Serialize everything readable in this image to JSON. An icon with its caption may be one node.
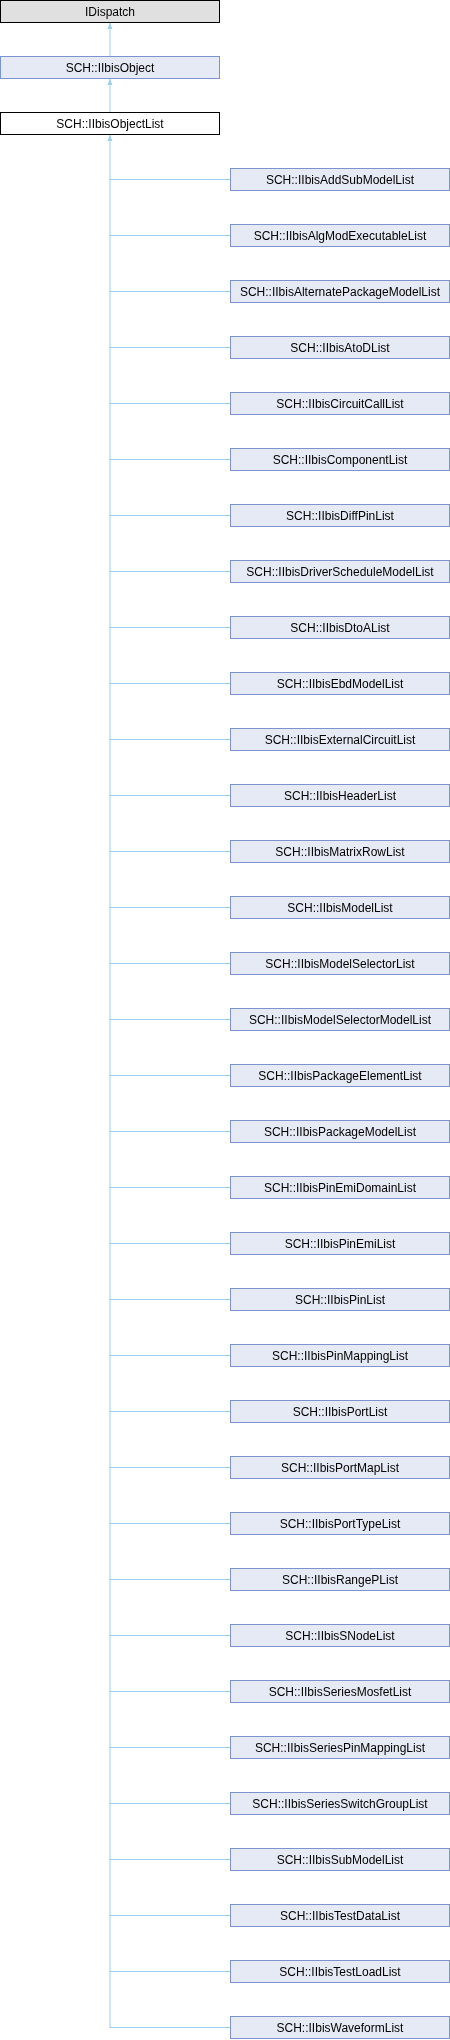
{
  "diagram": {
    "nodes": [
      {
        "text": [
          "IDispatch"
        ]
      },
      {
        "text": [
          "SCH::IIbisObject"
        ]
      },
      {
        "text": [
          "SCH::IIbisObjectList"
        ]
      },
      {
        "text": [
          "SCH::IIbisAddSubModelList"
        ]
      },
      {
        "text": [
          "SCH::IIbisAlgModExecutableList"
        ]
      },
      {
        "text": [
          "SCH::IIbisAlternatePackageModelList"
        ]
      },
      {
        "text": [
          "SCH::IIbisAtoDList"
        ]
      },
      {
        "text": [
          "SCH::IIbisCircuitCallList"
        ]
      },
      {
        "text": [
          "SCH::IIbisComponentList"
        ]
      },
      {
        "text": [
          "SCH::IIbisDiffPinList"
        ]
      },
      {
        "text": [
          "SCH::IIbisDriverScheduleModelList"
        ]
      },
      {
        "text": [
          "SCH::IIbisDtoAList"
        ]
      },
      {
        "text": [
          "SCH::IIbisEbdModelList"
        ]
      },
      {
        "text": [
          "SCH::IIbisExternalCircuitList"
        ]
      },
      {
        "text": [
          "SCH::IIbisHeaderList"
        ]
      },
      {
        "text": [
          "SCH::IIbisMatrixRowList"
        ]
      },
      {
        "text": [
          "SCH::IIbisModelList"
        ]
      },
      {
        "text": [
          "SCH::IIbisModelSelectorList"
        ]
      },
      {
        "text": [
          "SCH::IIbisModelSelectorModelList"
        ]
      },
      {
        "text": [
          "SCH::IIbisPackageElementList"
        ]
      },
      {
        "text": [
          "SCH::IIbisPackageModelList"
        ]
      },
      {
        "text": [
          "SCH::IIbisPinEmiDomainList"
        ]
      },
      {
        "text": [
          "SCH::IIbisPinEmiList"
        ]
      },
      {
        "text": [
          "SCH::IIbisPinList"
        ]
      },
      {
        "text": [
          "SCH::IIbisPinMappingList"
        ]
      },
      {
        "text": [
          "SCH::IIbisPortList"
        ]
      },
      {
        "text": [
          "SCH::IIbisPortMapList"
        ]
      },
      {
        "text": [
          "SCH::IIbisPortTypeList"
        ]
      },
      {
        "text": [
          "SCH::IIbisRangePList"
        ]
      },
      {
        "text": [
          "SCH::IIbisSNodeList"
        ]
      },
      {
        "text": [
          "SCH::IIbisSeriesMosfetList"
        ]
      },
      {
        "text": [
          "SCH::IIbisSeriesPinMappingList"
        ]
      },
      {
        "text": [
          "SCH::IIbisSeriesSwitchGroupList"
        ]
      },
      {
        "text": [
          "SCH::IIbisSubModelList"
        ]
      },
      {
        "text": [
          "SCH::IIbisTestDataList"
        ]
      },
      {
        "text": [
          "SCH::IIbisTestLoadList"
        ]
      },
      {
        "text": [
          "SCH::IIbisWaveformList"
        ]
      }
    ],
    "edges": [
      {
        "from": 1,
        "to": 0,
        "arrow": "to"
      },
      {
        "from": 2,
        "to": 1,
        "arrow": "to"
      },
      {
        "from": 3,
        "to": 2,
        "arrow": "to"
      },
      {
        "from": 4,
        "to": 2,
        "arrow": "to"
      },
      {
        "from": 5,
        "to": 2,
        "arrow": "to"
      },
      {
        "from": 6,
        "to": 2,
        "arrow": "to"
      },
      {
        "from": 7,
        "to": 2,
        "arrow": "to"
      },
      {
        "from": 8,
        "to": 2,
        "arrow": "to"
      },
      {
        "from": 9,
        "to": 2,
        "arrow": "to"
      },
      {
        "from": 10,
        "to": 2,
        "arrow": "to"
      },
      {
        "from": 11,
        "to": 2,
        "arrow": "to"
      },
      {
        "from": 12,
        "to": 2,
        "arrow": "to"
      },
      {
        "from": 13,
        "to": 2,
        "arrow": "to"
      },
      {
        "from": 14,
        "to": 2,
        "arrow": "to"
      },
      {
        "from": 15,
        "to": 2,
        "arrow": "to"
      },
      {
        "from": 16,
        "to": 2,
        "arrow": "to"
      },
      {
        "from": 17,
        "to": 2,
        "arrow": "to"
      },
      {
        "from": 18,
        "to": 2,
        "arrow": "to"
      },
      {
        "from": 19,
        "to": 2,
        "arrow": "to"
      },
      {
        "from": 20,
        "to": 2,
        "arrow": "to"
      },
      {
        "from": 21,
        "to": 2,
        "arrow": "to"
      },
      {
        "from": 22,
        "to": 2,
        "arrow": "to"
      },
      {
        "from": 23,
        "to": 2,
        "arrow": "to"
      },
      {
        "from": 24,
        "to": 2,
        "arrow": "to"
      },
      {
        "from": 25,
        "to": 2,
        "arrow": "to"
      },
      {
        "from": 26,
        "to": 2,
        "arrow": "to"
      },
      {
        "from": 27,
        "to": 2,
        "arrow": "to"
      },
      {
        "from": 28,
        "to": 2,
        "arrow": "to"
      },
      {
        "from": 29,
        "to": 2,
        "arrow": "to"
      },
      {
        "from": 30,
        "to": 2,
        "arrow": "to"
      },
      {
        "from": 31,
        "to": 2,
        "arrow": "to"
      },
      {
        "from": 32,
        "to": 2,
        "arrow": "to"
      },
      {
        "from": 33,
        "to": 2,
        "arrow": "to"
      },
      {
        "from": 34,
        "to": 2,
        "arrow": "to"
      },
      {
        "from": 35,
        "to": 2,
        "arrow": "to"
      },
      {
        "from": 36,
        "to": 2,
        "arrow": "to"
      }
    ]
  }
}
